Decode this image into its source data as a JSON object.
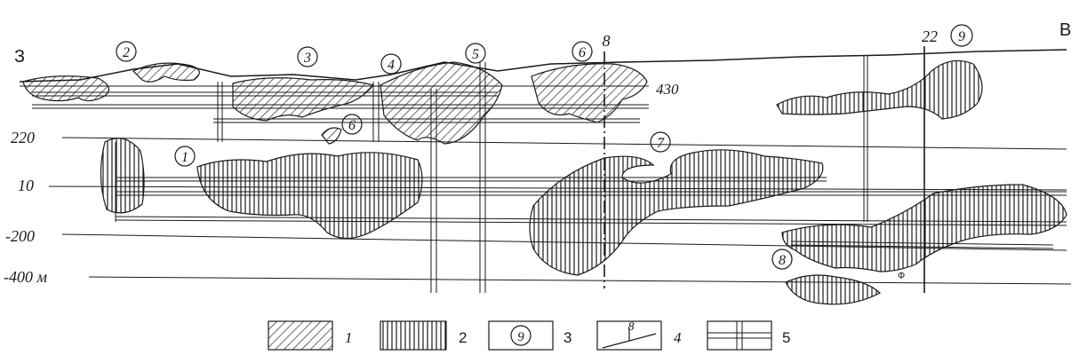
{
  "direction": {
    "west": "З",
    "east": "В"
  },
  "levels": [
    "220",
    "10",
    "-200",
    "-400 м"
  ],
  "level_mark": "430",
  "orebodies": [
    "2",
    "3",
    "4",
    "5",
    "6",
    "6",
    "1",
    "7",
    "8",
    "9"
  ],
  "profiles": [
    "8",
    "22"
  ],
  "legend": [
    {
      "symbol": "1",
      "pattern": "diagonal-hatch"
    },
    {
      "symbol": "2",
      "pattern": "vertical-hatch"
    },
    {
      "symbol": "3",
      "pattern": "circled-number",
      "sample": "9"
    },
    {
      "symbol": "4",
      "pattern": "profile-line",
      "sample": "8"
    },
    {
      "symbol": "5",
      "pattern": "mine-workings"
    }
  ],
  "small_marks": {
    "profile_circle": "Ф"
  }
}
